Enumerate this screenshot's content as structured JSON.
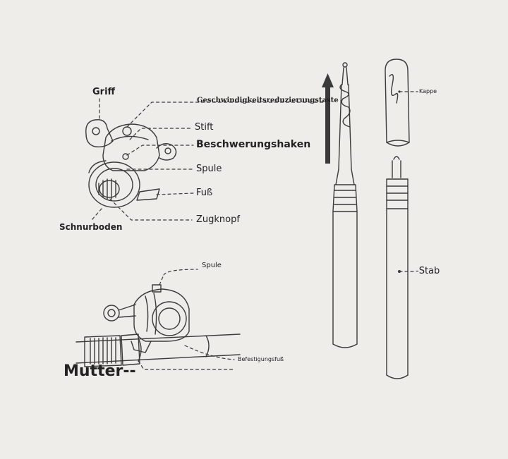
{
  "labels": {
    "griff": "Griff",
    "geschwindigkeit": "Geschwindigkeitsreduzierungstaste",
    "stift": "Stift",
    "beschwerungshaken": "Beschwerungshaken",
    "spule_top": "Spule",
    "fuss": "Fuß",
    "zugknopf": "Zugknopf",
    "schnurboden": "Schnurboden",
    "spule_bottom": "Spule",
    "befestigungsfuss": "Befestigungsfuß",
    "mutter": "Mutter--",
    "kappe": "Kappe",
    "stab": "-Stab"
  },
  "colors": {
    "background": "#efedea",
    "line": "#3a3a3a",
    "arrow": "#3a3a3a"
  }
}
